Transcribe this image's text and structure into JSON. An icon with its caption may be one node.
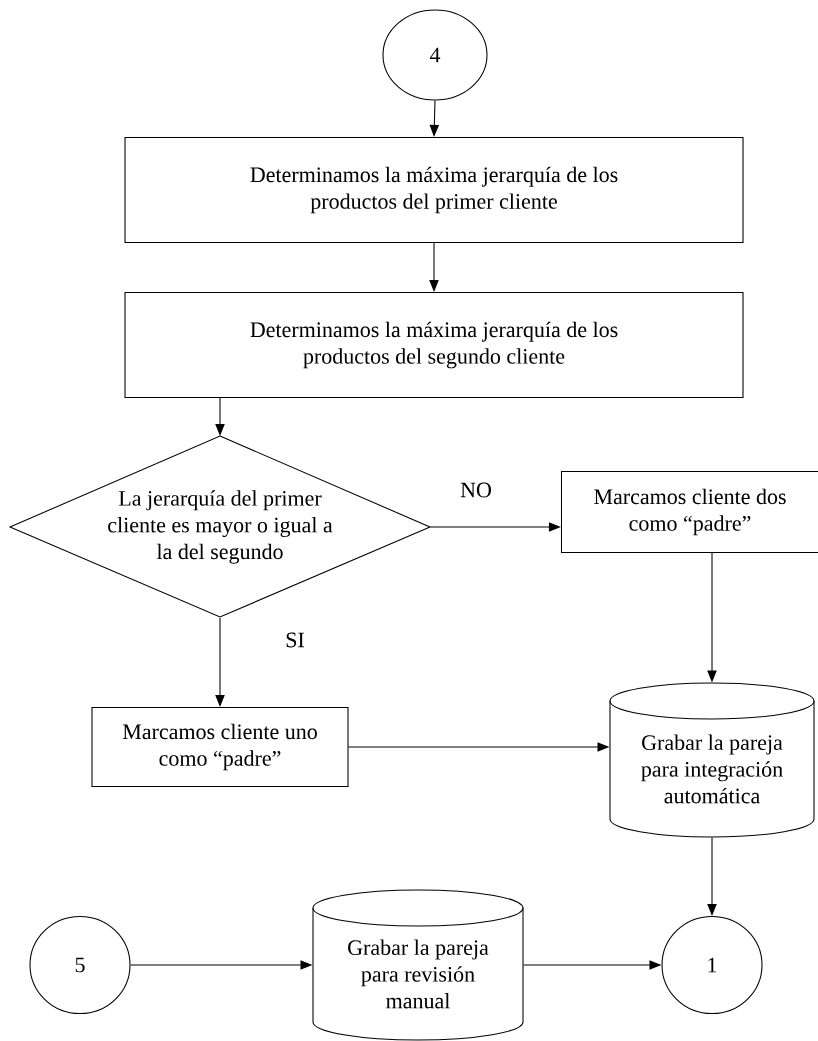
{
  "diagram": {
    "nodes": [
      {
        "text": [
          "4"
        ]
      },
      {
        "text": [
          "Determinamos la máxima  jerarquía de los productos del primer cliente"
        ]
      },
      {
        "text": [
          "Determinamos la máxima  jerarquía de los productos del segundo cliente"
        ]
      },
      {
        "text": [
          "La jerarquía del primer cliente es mayor o igual a la del segundo"
        ]
      },
      {
        "text": [
          "Marcamos cliente dos como “padre”"
        ]
      },
      {
        "text": [
          "Marcamos cliente uno como “padre”"
        ]
      },
      {
        "text": [
          "Grabar la pareja para integración automática"
        ]
      },
      {
        "text": [
          "5"
        ]
      },
      {
        "text": [
          "Grabar la pareja para revisión manual"
        ]
      },
      {
        "text": [
          "1"
        ]
      }
    ],
    "edges": [
      {
        "from": 0,
        "to": 1,
        "arrow": "to"
      },
      {
        "from": 1,
        "to": 2,
        "arrow": "to"
      },
      {
        "from": 2,
        "to": 3,
        "arrow": "to"
      },
      {
        "from": 3,
        "to": 4,
        "arrow": "to",
        "label": "NO"
      },
      {
        "from": 3,
        "to": 5,
        "arrow": "to",
        "label": "SI"
      },
      {
        "from": 4,
        "to": 6,
        "arrow": "to"
      },
      {
        "from": 5,
        "to": 6,
        "arrow": "to"
      },
      {
        "from": 6,
        "to": 9,
        "arrow": "to"
      },
      {
        "from": 7,
        "to": 8,
        "arrow": "to"
      },
      {
        "from": 8,
        "to": 9,
        "arrow": "to"
      }
    ]
  }
}
